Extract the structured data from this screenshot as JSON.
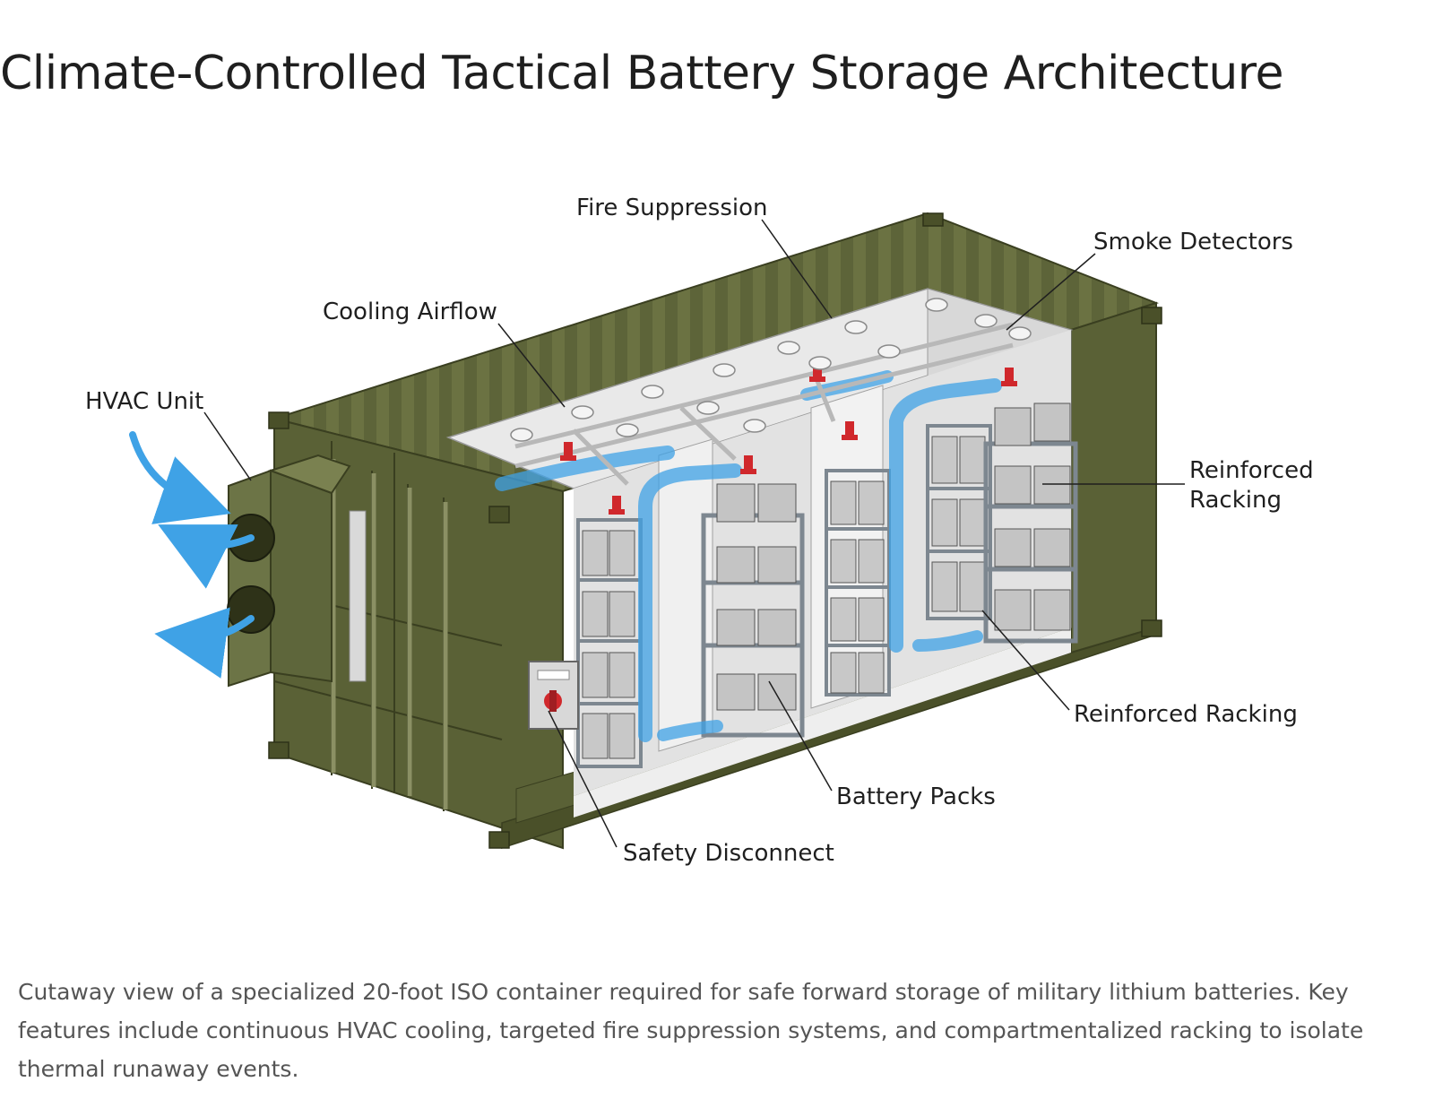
{
  "title": "Climate-Controlled Tactical Battery Storage Architecture",
  "labels": {
    "fire_suppression": "Fire Suppression",
    "smoke_detectors": "Smoke Detectors",
    "cooling_airflow": "Cooling Airflow",
    "hvac_unit": "HVAC Unit",
    "reinforced_racking_line1": "Reinforced",
    "reinforced_racking_line2": "Racking",
    "reinforced_racking_lower": "Reinforced Racking",
    "battery_packs": "Battery Packs",
    "safety_disconnect": "Safety Disconnect"
  },
  "caption": "Cutaway view of a specialized 20-foot ISO container required for safe forward storage of military lithium batteries. Key features include continuous HVAC cooling, targeted fire suppression systems, and compartmentalized racking to isolate thermal runaway events.",
  "colors": {
    "container_olive": "#5a6136",
    "container_dark": "#444a27",
    "container_light": "#7a8150",
    "airflow_blue": "#3fa2e6",
    "suppression_red": "#d0282c",
    "interior_grey": "#e4e4e4",
    "battery_grey": "#c4c4c4"
  },
  "icons": [
    "hvac-fan-icon",
    "airflow-arrow-icon",
    "sprinkler-icon",
    "smoke-detector-icon",
    "disconnect-switch-icon",
    "battery-icon"
  ]
}
